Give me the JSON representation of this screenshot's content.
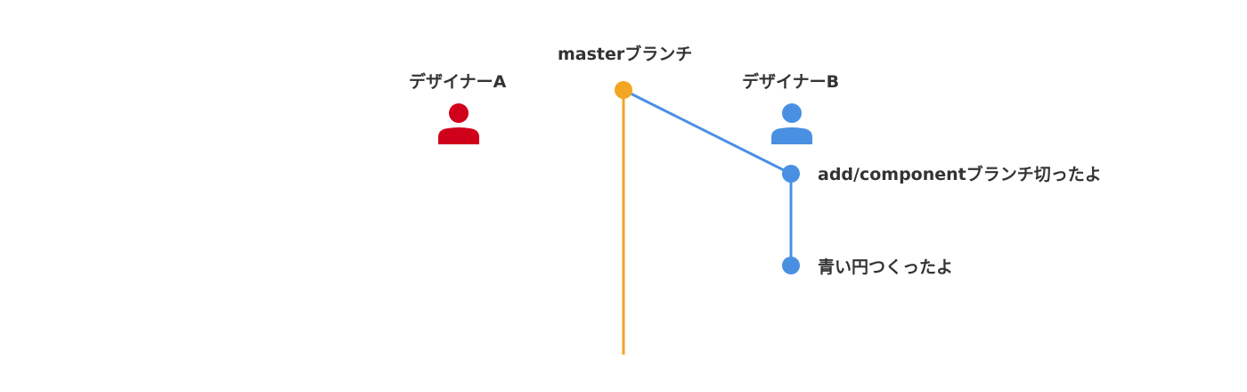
{
  "colors": {
    "master": "#F2A623",
    "branch": "#4A90E2",
    "designer_a": "#D0021B",
    "designer_b": "#4A90E2",
    "text": "#333333"
  },
  "master_branch": {
    "label": "masterブランチ"
  },
  "designer_a": {
    "label": "デザイナーA",
    "icon": "user-icon"
  },
  "designer_b": {
    "label": "デザイナーB",
    "icon": "user-icon"
  },
  "commits": [
    {
      "label": "add/componentブランチ切ったよ"
    },
    {
      "label": "青い円つくったよ"
    }
  ]
}
